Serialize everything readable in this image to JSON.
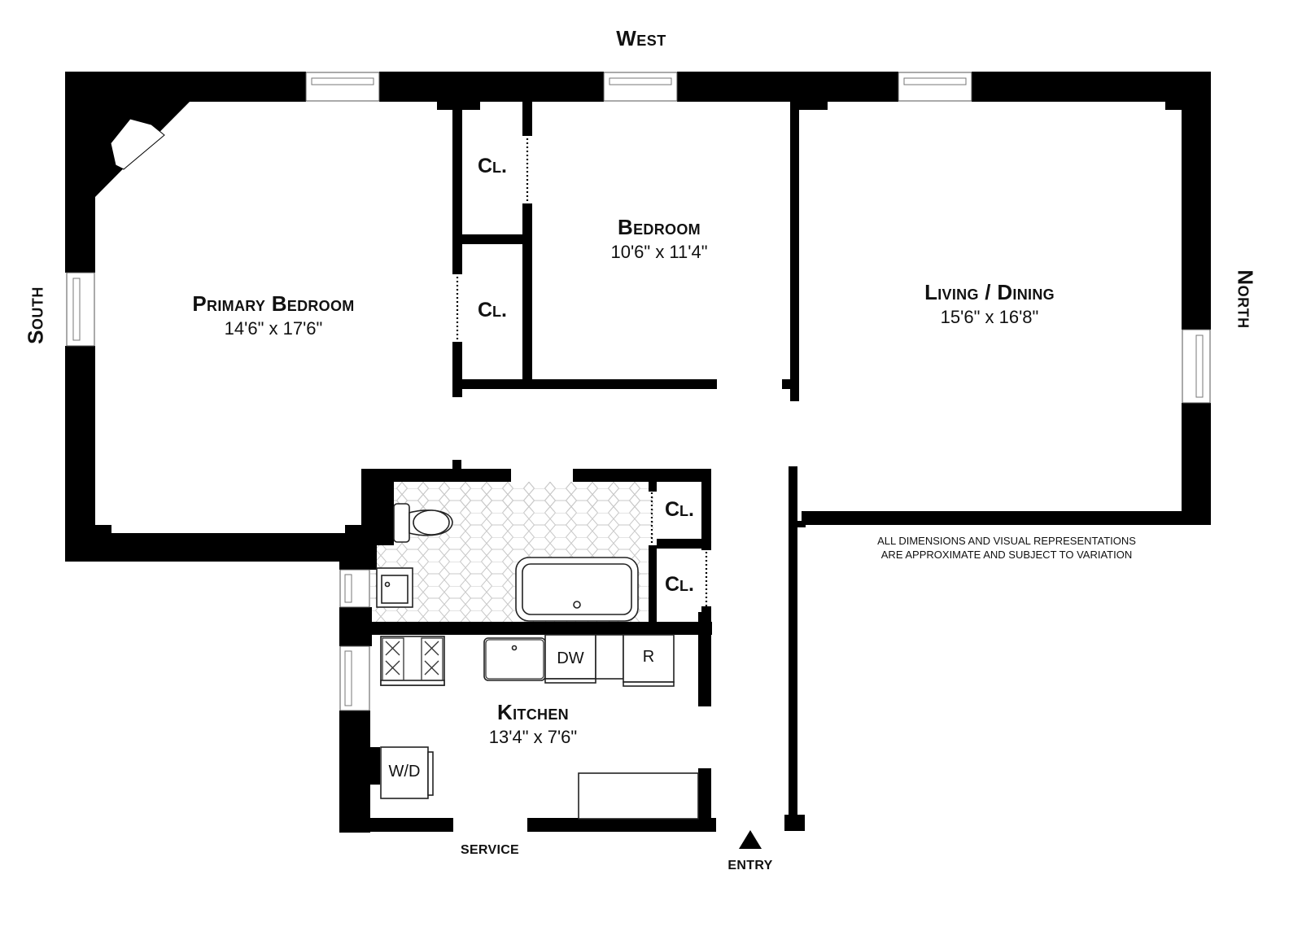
{
  "compass": {
    "west": "West",
    "north": "North",
    "south": "South"
  },
  "rooms": {
    "primary_bedroom": {
      "name": "Primary Bedroom",
      "dims": "14'6\" x 17'6\""
    },
    "bedroom": {
      "name": "Bedroom",
      "dims": "10'6\" x 11'4\""
    },
    "living_dining": {
      "name": "Living / Dining",
      "dims": "15'6\" x 16'8\""
    },
    "kitchen": {
      "name": "Kitchen",
      "dims": "13'4\" x 7'6\""
    }
  },
  "closets": [
    {
      "label": "Cl."
    },
    {
      "label": "Cl."
    },
    {
      "label": "Cl."
    },
    {
      "label": "Cl."
    }
  ],
  "appliances": {
    "dishwasher": "DW",
    "refrigerator": "R",
    "washer_dryer": "W/D"
  },
  "entrances": {
    "service": "SERVICE",
    "entry": "ENTRY",
    "entry_marker_icon": "triangle-up"
  },
  "disclaimer": {
    "line1": "ALL DIMENSIONS AND VISUAL REPRESENTATIONS",
    "line2": "ARE APPROXIMATE AND SUBJECT TO VARIATION"
  },
  "colors": {
    "wall": "#000000",
    "background": "#ffffff",
    "tile_line": "#c8c8c8"
  }
}
